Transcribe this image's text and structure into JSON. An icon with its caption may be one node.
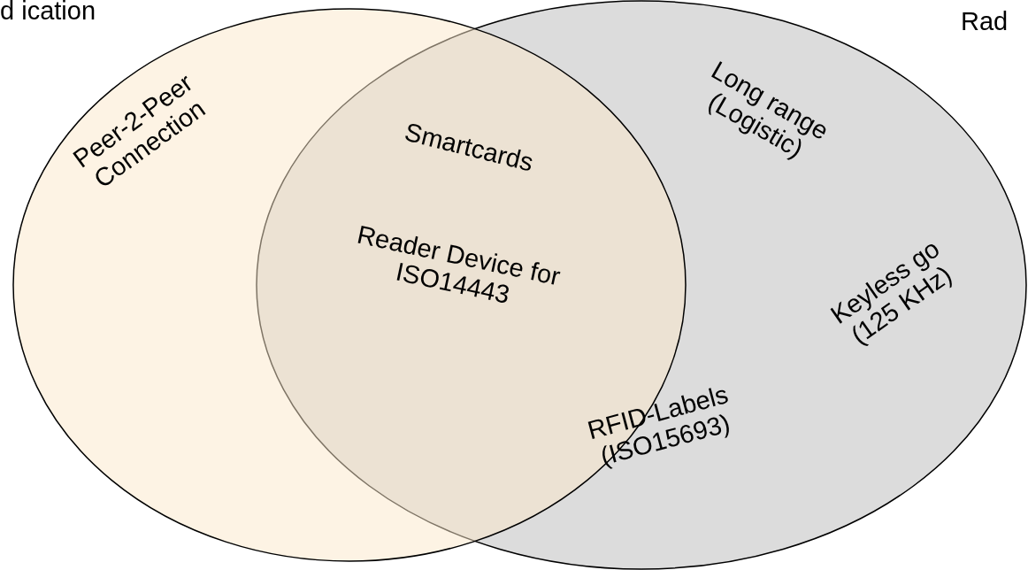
{
  "diagram": {
    "nodes": [
      {
        "text": [
          "d ication",
          "Peer-2-Peer Connection"
        ]
      },
      {
        "text": [
          "Rad",
          "Long range (Logistic)",
          "Keyless go (125 KHz)"
        ]
      }
    ],
    "edges": [],
    "labels": [
      "Smartcards",
      "Reader Device for ISO14443",
      "RFID-Labels (ISO15693)"
    ]
  }
}
